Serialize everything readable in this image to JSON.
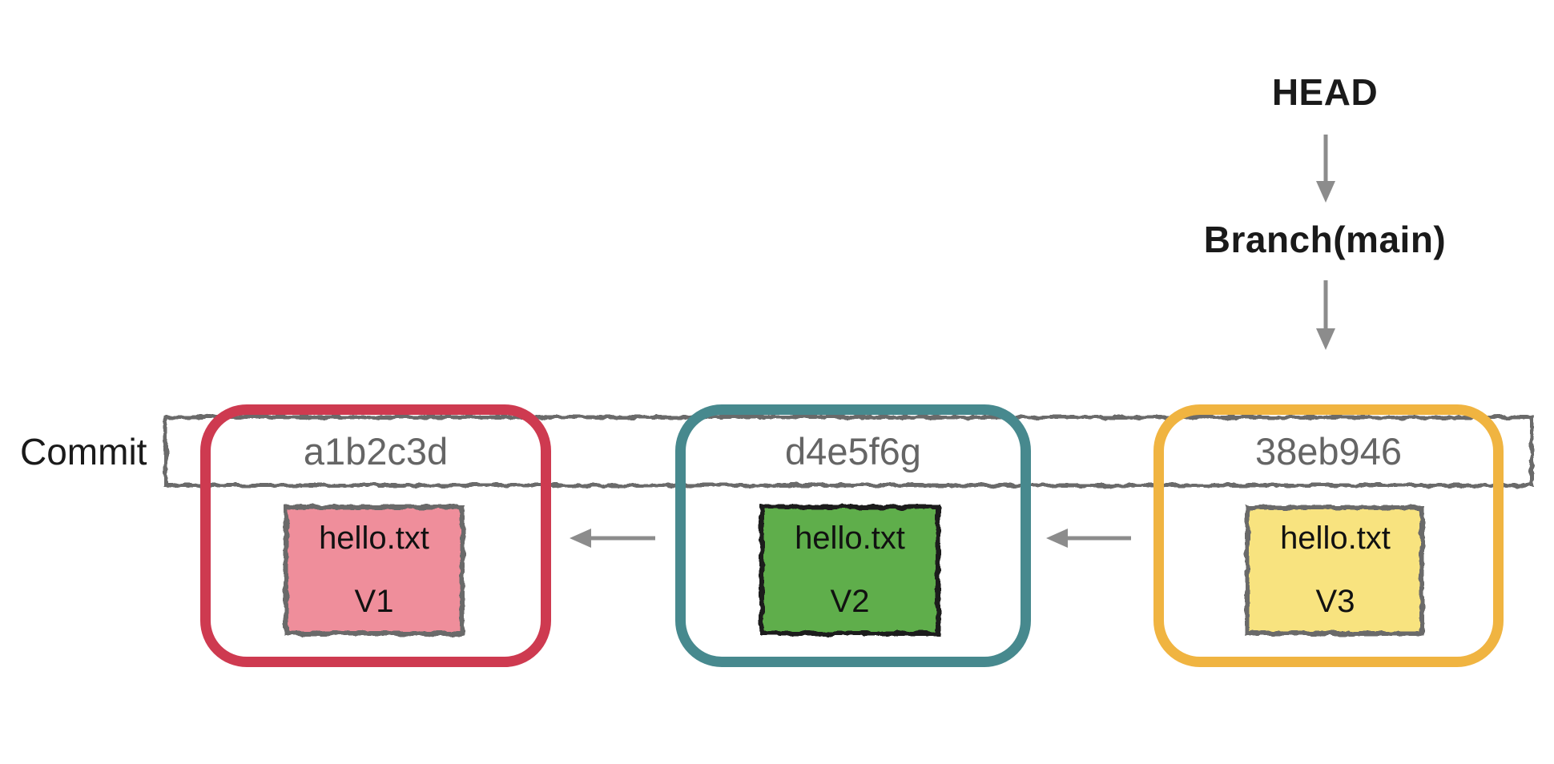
{
  "diagram": {
    "head": {
      "label": "HEAD"
    },
    "branch": {
      "label": "Branch(main)"
    },
    "commit_row": {
      "label": "Commit"
    },
    "commits": [
      {
        "hash": "a1b2c3d",
        "accent": "#ce3a50",
        "file": {
          "name": "hello.txt",
          "version": "V1",
          "fill": "#ef8e9b",
          "border": "#6b6b6b"
        }
      },
      {
        "hash": "d4e5f6g",
        "accent": "#47898e",
        "file": {
          "name": "hello.txt",
          "version": "V2",
          "fill": "#5fae4b",
          "border": "#1f1f1f"
        }
      },
      {
        "hash": "38eb946",
        "accent": "#f0b441",
        "file": {
          "name": "hello.txt",
          "version": "V3",
          "fill": "#f8e37f",
          "border": "#6b6b6b"
        }
      }
    ],
    "arrows": {
      "head_to_branch": "down",
      "branch_to_commit": "down",
      "commit2_to_commit1": "left",
      "commit3_to_commit2": "left"
    },
    "colors": {
      "sketch_gray": "#6b6b6b",
      "arrow_gray": "#8c8c8c",
      "hash_gray": "#656565",
      "text_black": "#1a1a1a",
      "background": "#ffffff"
    }
  }
}
